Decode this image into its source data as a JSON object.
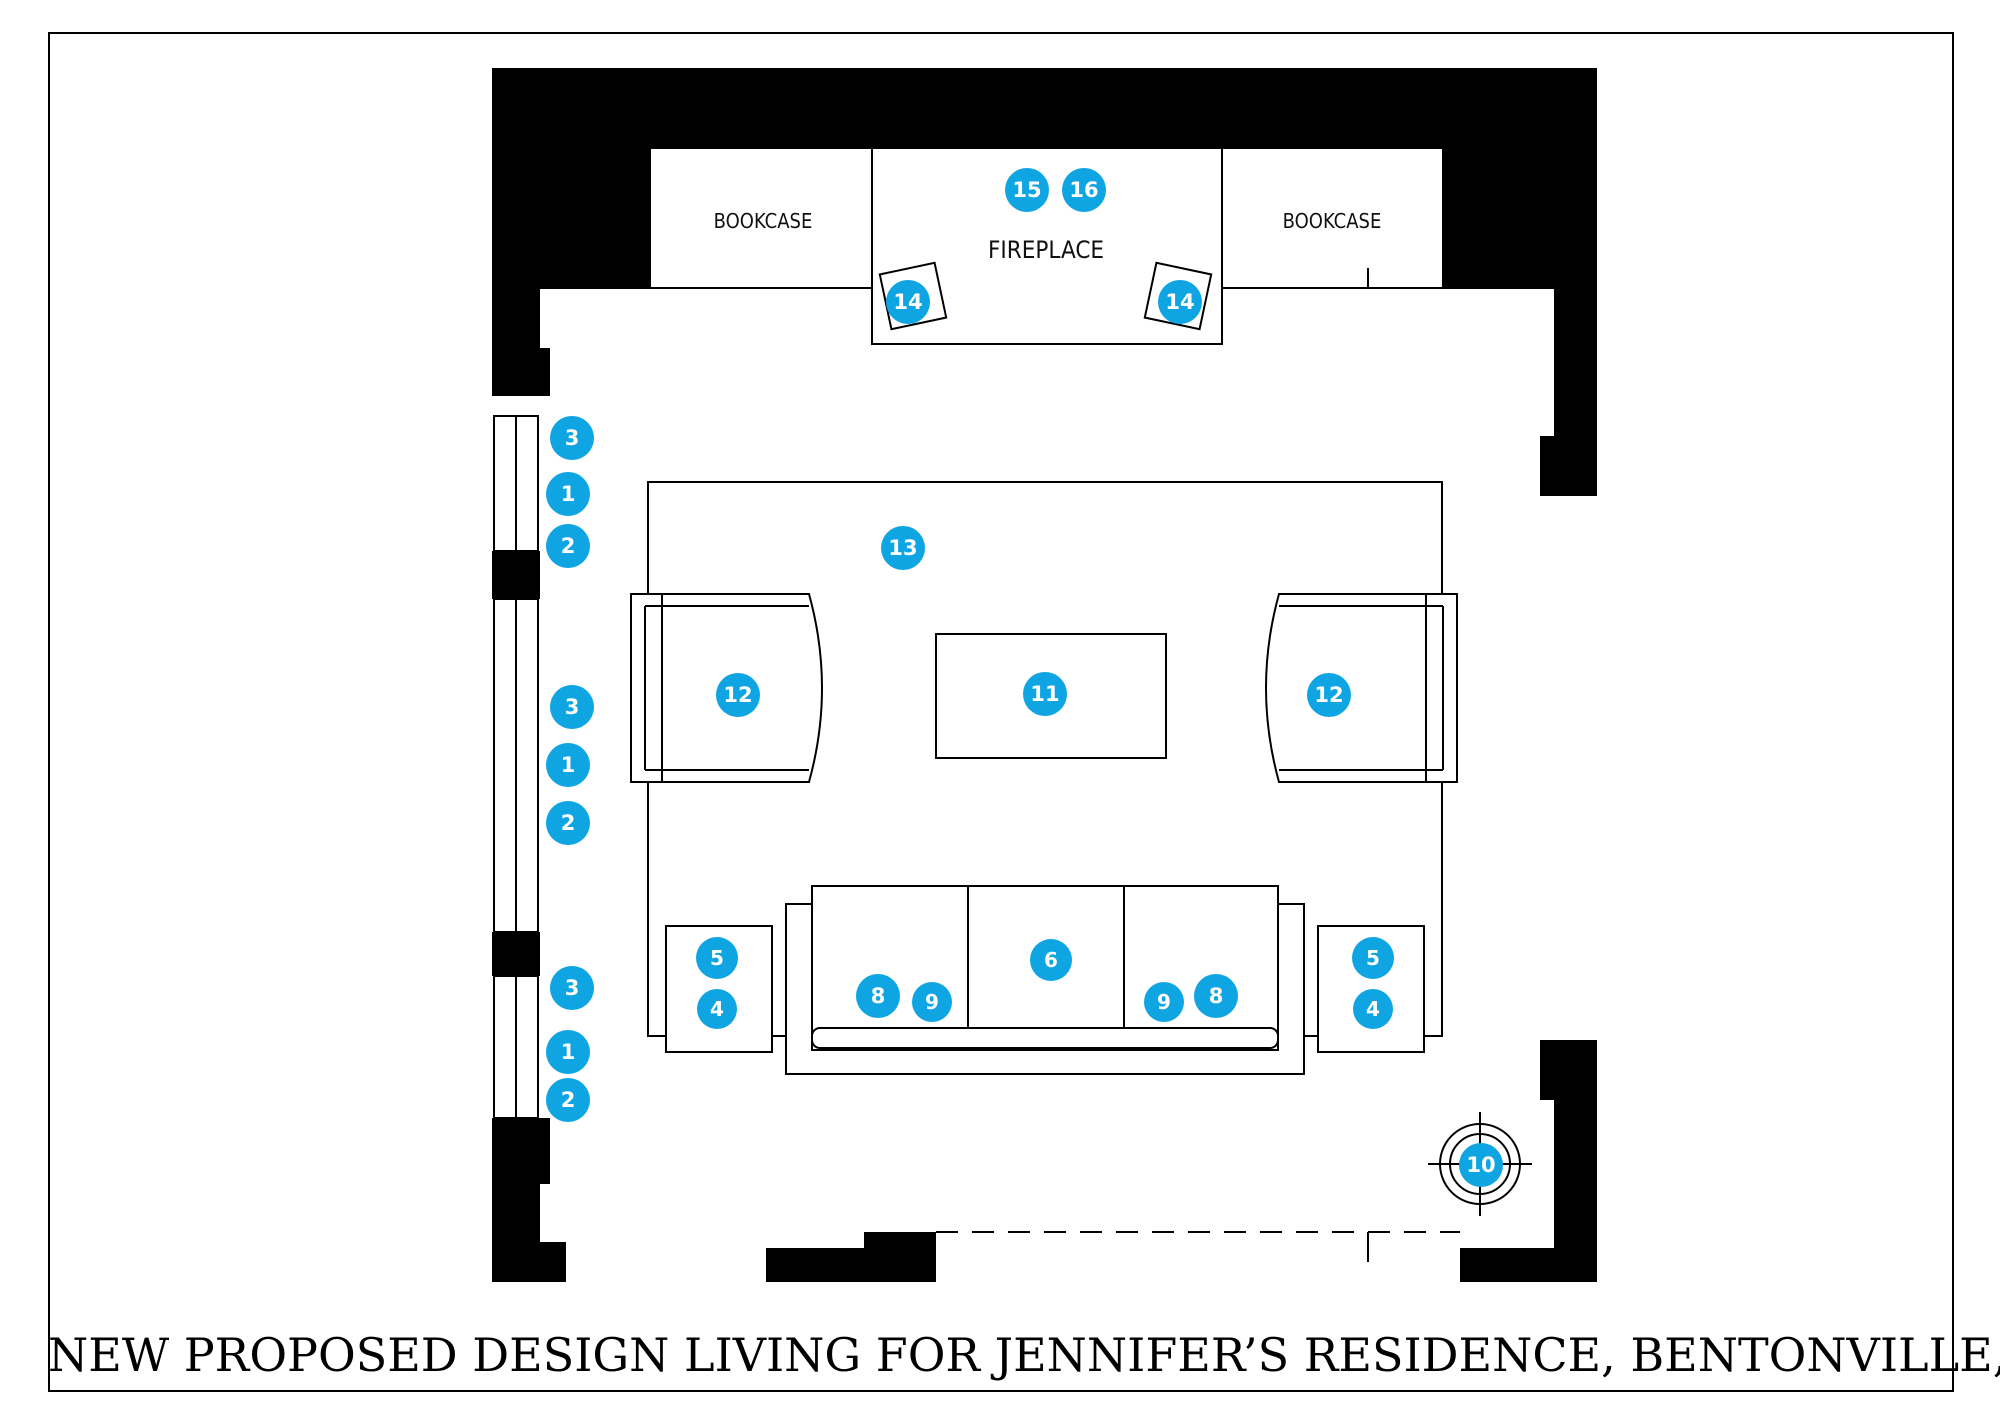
{
  "caption": "NEW PROPOSED DESIGN LIVING FOR JENNIFER’S RESIDENCE, BENTONVILLE, AR",
  "labels": {
    "bookcase_left": "BOOKCASE",
    "fireplace": "FIREPLACE",
    "bookcase_right": "BOOKCASE"
  },
  "badge_color": "#0ea5e2",
  "badges": {
    "fireplace_15": "15",
    "fireplace_16": "16",
    "hearth_left_14": "14",
    "hearth_right_14": "14",
    "rug_13": "13",
    "chair_left_12": "12",
    "chair_right_12": "12",
    "coffee_table_11": "11",
    "sofa_6": "6",
    "sofa_left_8": "8",
    "sofa_left_9": "9",
    "sofa_right_9": "9",
    "sofa_right_8": "8",
    "side_table_left_5": "5",
    "side_table_left_4": "4",
    "side_table_right_5": "5",
    "side_table_right_4": "4",
    "floor_lamp_10": "10",
    "window_top_3": "3",
    "window_top_1": "1",
    "window_top_2": "2",
    "window_mid_3": "3",
    "window_mid_1": "1",
    "window_mid_2": "2",
    "window_bot_3": "3",
    "window_bot_1": "1",
    "window_bot_2": "2"
  }
}
